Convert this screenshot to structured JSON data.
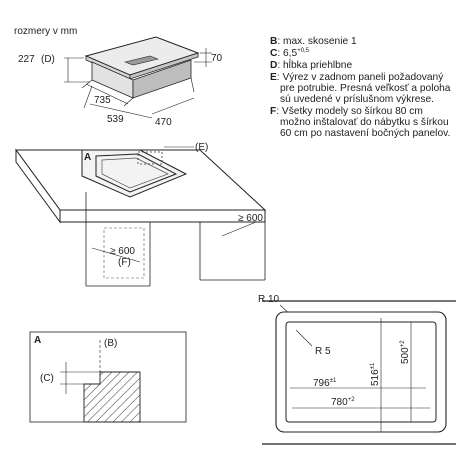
{
  "unit_caption": "rozmery v mm",
  "top_view": {
    "dim_227": "227",
    "label_D": "(D)",
    "dim_70": "70",
    "dim_735": "735",
    "dim_539": "539",
    "dim_470": "470"
  },
  "cabinet_view": {
    "label_A": "A",
    "label_E": "(E)",
    "dim_side": "≥ 600",
    "dim_bottom": "≥ 600",
    "label_F": "(F)"
  },
  "detail_A": {
    "label_A": "A",
    "label_B": "(B)",
    "label_C": "(C)"
  },
  "cutout": {
    "r10": "R 10",
    "r5": "R 5",
    "d796": "796",
    "d796_tol": "±1",
    "d780": "780",
    "d780_tol": "+2",
    "d516": "516",
    "d516_tol": "±1",
    "d500": "500",
    "d500_tol": "+2"
  },
  "notes": [
    {
      "key": "B",
      "lines": [
        ": max. skosenie 1"
      ]
    },
    {
      "key": "C",
      "lines": [
        ": 6,5"
      ],
      "sup": "+0,5"
    },
    {
      "key": "D",
      "lines": [
        ": hĺbka priehlbne"
      ]
    },
    {
      "key": "E",
      "lines": [
        ": Výrez v zadnom paneli požadovaný",
        "pre potrubie. Presná veľkosť a poloha",
        "sú uvedené v príslušnom výkrese."
      ]
    },
    {
      "key": "F",
      "lines": [
        ": Všetky modely so šírkou 80 cm",
        "možno inštalovať do nábytku s šírkou",
        "60 cm po nastavení bočných panelov."
      ]
    }
  ]
}
